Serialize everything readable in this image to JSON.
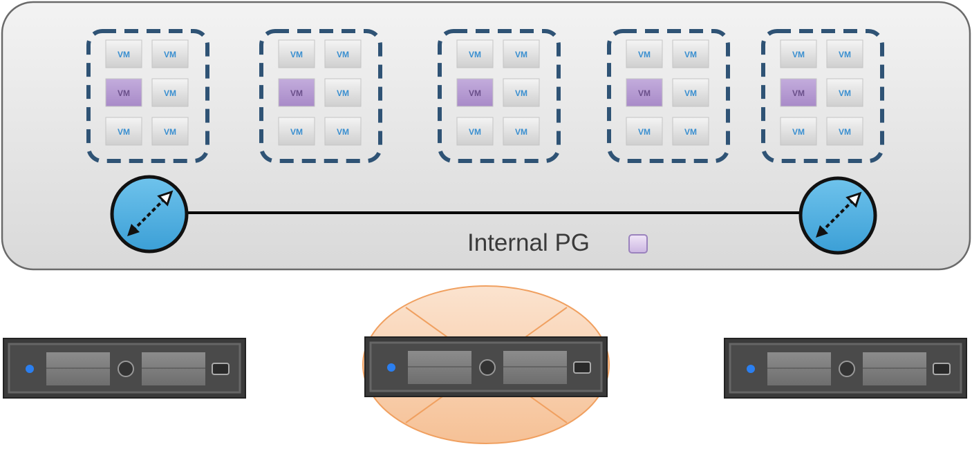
{
  "diagram": {
    "internal_portgroup_label": "Internal PG",
    "hosts": [
      {
        "vms": [
          {
            "label": "VM",
            "highlighted": false
          },
          {
            "label": "VM",
            "highlighted": false
          },
          {
            "label": "VM",
            "highlighted": true
          },
          {
            "label": "VM",
            "highlighted": false
          },
          {
            "label": "VM",
            "highlighted": false
          },
          {
            "label": "VM",
            "highlighted": false
          }
        ]
      },
      {
        "vms": [
          {
            "label": "VM",
            "highlighted": false
          },
          {
            "label": "VM",
            "highlighted": false
          },
          {
            "label": "VM",
            "highlighted": true
          },
          {
            "label": "VM",
            "highlighted": false
          },
          {
            "label": "VM",
            "highlighted": false
          },
          {
            "label": "VM",
            "highlighted": false
          }
        ]
      },
      {
        "vms": [
          {
            "label": "VM",
            "highlighted": false
          },
          {
            "label": "VM",
            "highlighted": false
          },
          {
            "label": "VM",
            "highlighted": true
          },
          {
            "label": "VM",
            "highlighted": false
          },
          {
            "label": "VM",
            "highlighted": false
          },
          {
            "label": "VM",
            "highlighted": false
          }
        ]
      },
      {
        "vms": [
          {
            "label": "VM",
            "highlighted": false
          },
          {
            "label": "VM",
            "highlighted": false
          },
          {
            "label": "VM",
            "highlighted": true
          },
          {
            "label": "VM",
            "highlighted": false
          },
          {
            "label": "VM",
            "highlighted": false
          },
          {
            "label": "VM",
            "highlighted": false
          }
        ]
      },
      {
        "vms": [
          {
            "label": "VM",
            "highlighted": false
          },
          {
            "label": "VM",
            "highlighted": false
          },
          {
            "label": "VM",
            "highlighted": true
          },
          {
            "label": "VM",
            "highlighted": false
          },
          {
            "label": "VM",
            "highlighted": false
          },
          {
            "label": "VM",
            "highlighted": false
          }
        ]
      }
    ],
    "servers": 3,
    "colors": {
      "group_border": "#2f5375",
      "vm_text": "#3a8fd0",
      "vm_highlight": "#b39bd0",
      "uplink": "#4fb0e0",
      "cluster_ellipse": "#f8c9a0"
    }
  }
}
